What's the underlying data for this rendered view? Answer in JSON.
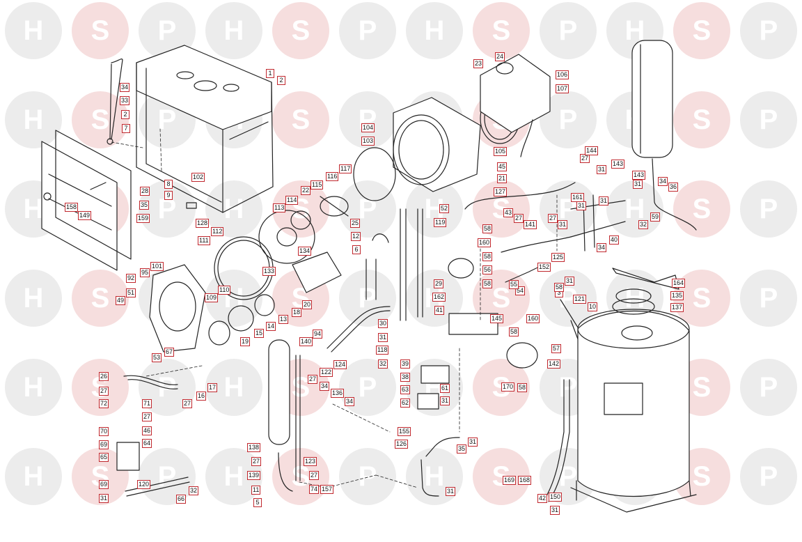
{
  "watermark": {
    "letters": [
      "H",
      "S",
      "P"
    ],
    "circle_color": "#ececec",
    "accent_circle_color": "#f6dede"
  },
  "colors": {
    "label_border": "#c0272d",
    "line": "#222222"
  },
  "part_labels": {
    "p1": "1",
    "p2": "2",
    "p2b": "2",
    "p3": "3",
    "p5": "5",
    "p6": "6",
    "p7": "7",
    "p8": "8",
    "p9": "9",
    "p10": "10",
    "p11": "11",
    "p12": "12",
    "p13": "13",
    "p14": "14",
    "p15": "15",
    "p16": "16",
    "p17": "17",
    "p18": "18",
    "p19": "19",
    "p20": "20",
    "p21": "21",
    "p22": "22",
    "p23": "23",
    "p24": "24",
    "p25": "25",
    "p26": "26",
    "p27a": "27",
    "p27b": "27",
    "p27c": "27",
    "p27d": "27",
    "p27e": "27",
    "p27f": "27",
    "p27g": "27",
    "p27h": "27",
    "p27i": "27",
    "p28": "28",
    "p29": "29",
    "p30": "30",
    "p31a": "31",
    "p31b": "31",
    "p31c": "31",
    "p31d": "31",
    "p31e": "31",
    "p31f": "31",
    "p31g": "31",
    "p31h": "31",
    "p31i": "31",
    "p31j": "31",
    "p31k": "31",
    "p31l": "31",
    "p32a": "32",
    "p32b": "32",
    "p32c": "32",
    "p33": "33",
    "p34a": "34",
    "p34b": "34",
    "p34c": "34",
    "p34d": "34",
    "p34e": "34",
    "p35a": "35",
    "p35b": "35",
    "p36": "36",
    "p38": "38",
    "p39": "39",
    "p40": "40",
    "p41": "41",
    "p42": "42",
    "p43": "43",
    "p45": "45",
    "p46": "46",
    "p49": "49",
    "p51": "51",
    "p52": "52",
    "p53": "53",
    "p54": "54",
    "p55": "55",
    "p56": "56",
    "p57": "57",
    "p58a": "58",
    "p58b": "58",
    "p58c": "58",
    "p58d": "58",
    "p58e": "58",
    "p58f": "58",
    "p59": "59",
    "p61": "61",
    "p62": "62",
    "p63": "63",
    "p64": "64",
    "p65": "65",
    "p66": "66",
    "p67": "67",
    "p69a": "69",
    "p69b": "69",
    "p70": "70",
    "p71": "71",
    "p72": "72",
    "p74": "74",
    "p92": "92",
    "p94": "94",
    "p95": "95",
    "p101": "101",
    "p102": "102",
    "p103": "103",
    "p104": "104",
    "p105": "105",
    "p106": "106",
    "p107": "107",
    "p109": "109",
    "p110": "110",
    "p111": "111",
    "p112": "112",
    "p113": "113",
    "p114": "114",
    "p115": "115",
    "p116": "116",
    "p117": "117",
    "p118": "118",
    "p119": "119",
    "p120": "120",
    "p121": "121",
    "p122": "122",
    "p123": "123",
    "p124": "124",
    "p125": "125",
    "p126": "126",
    "p127": "127",
    "p128": "128",
    "p133": "133",
    "p134": "134",
    "p135": "135",
    "p136": "136",
    "p137": "137",
    "p138": "138",
    "p139": "139",
    "p140": "140",
    "p141": "141",
    "p142": "142",
    "p143a": "143",
    "p143b": "143",
    "p144": "144",
    "p145": "145",
    "p149": "149",
    "p150": "150",
    "p152": "152",
    "p155": "155",
    "p157": "157",
    "p158": "158",
    "p159": "159",
    "p160a": "160",
    "p160b": "160",
    "p161": "161",
    "p162": "162",
    "p164": "164",
    "p168": "168",
    "p169": "169",
    "p170": "170"
  }
}
